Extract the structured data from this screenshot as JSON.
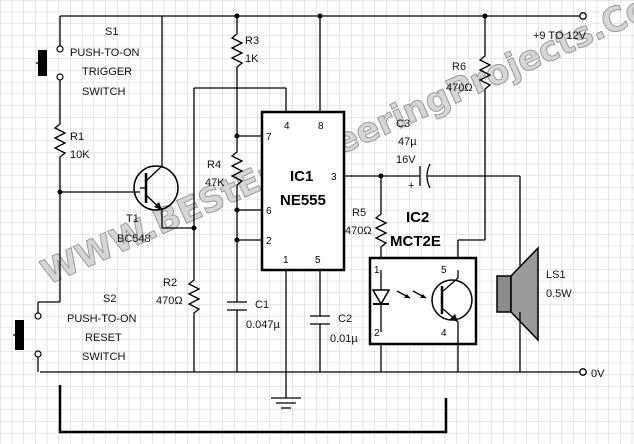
{
  "power": {
    "supply_label": "+9 TO 12V",
    "ground_label": "0V"
  },
  "switches": {
    "s1": {
      "ref": "S1",
      "line1": "PUSH-TO-ON",
      "line2": "TRIGGER",
      "line3": "SWITCH"
    },
    "s2": {
      "ref": "S2",
      "line1": "PUSH-TO-ON",
      "line2": "RESET",
      "line3": "SWITCH"
    }
  },
  "resistors": {
    "r1": {
      "ref": "R1",
      "value": "10K"
    },
    "r2": {
      "ref": "R2",
      "value": "470Ω"
    },
    "r3": {
      "ref": "R3",
      "value": "1K"
    },
    "r4": {
      "ref": "R4",
      "value": "47K"
    },
    "r5": {
      "ref": "R5",
      "value": "470Ω"
    },
    "r6": {
      "ref": "R6",
      "value": "470Ω"
    }
  },
  "capacitors": {
    "c1": {
      "ref": "C1",
      "value": "0.047µ"
    },
    "c2": {
      "ref": "C2",
      "value": "0.01µ"
    },
    "c3": {
      "ref": "C3",
      "value": "47µ",
      "voltage": "16V"
    }
  },
  "transistor": {
    "ref": "T1",
    "part": "BC548"
  },
  "ic1": {
    "ref": "IC1",
    "part": "NE555",
    "pins": [
      "4",
      "8",
      "7",
      "3",
      "6",
      "2",
      "1",
      "5"
    ]
  },
  "ic2": {
    "ref": "IC2",
    "part": "MCT2E",
    "pins": [
      "1",
      "2",
      "5",
      "4"
    ]
  },
  "speaker": {
    "ref": "LS1",
    "rating": "0.5W"
  },
  "watermark": "WWW.BEStEngineeringProjects.Com"
}
